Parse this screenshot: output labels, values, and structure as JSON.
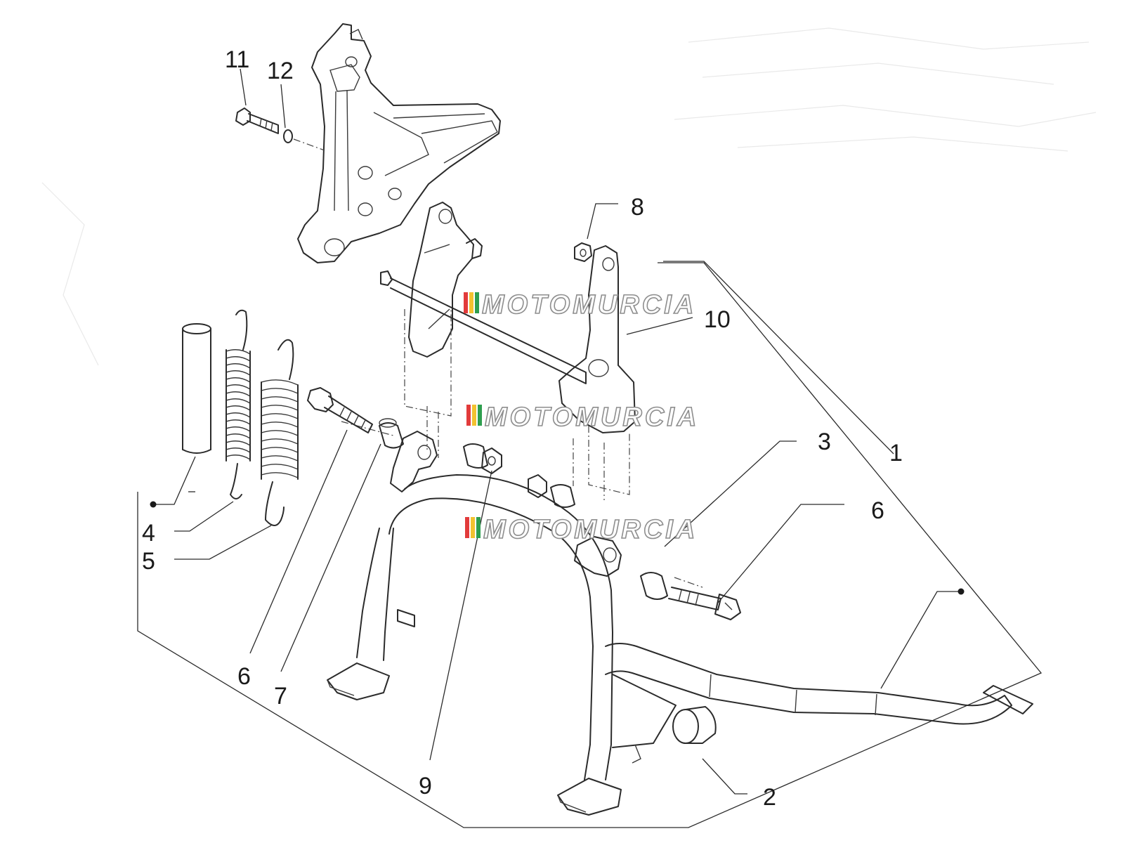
{
  "diagram": {
    "callouts": [
      {
        "id": "1",
        "text": "1"
      },
      {
        "id": "2",
        "text": "2"
      },
      {
        "id": "3",
        "text": "3"
      },
      {
        "id": "4",
        "text": "4"
      },
      {
        "id": "5",
        "text": "5"
      },
      {
        "id": "6a",
        "text": "6"
      },
      {
        "id": "6b",
        "text": "6"
      },
      {
        "id": "7",
        "text": "7"
      },
      {
        "id": "8",
        "text": "8"
      },
      {
        "id": "9",
        "text": "9"
      },
      {
        "id": "10",
        "text": "10"
      },
      {
        "id": "11",
        "text": "11"
      },
      {
        "id": "12",
        "text": "12"
      }
    ],
    "watermark": {
      "text": "MOTOMURCIA",
      "stripe_colors": [
        "#e23b3b",
        "#f2c230",
        "#2e9e4f"
      ]
    }
  }
}
